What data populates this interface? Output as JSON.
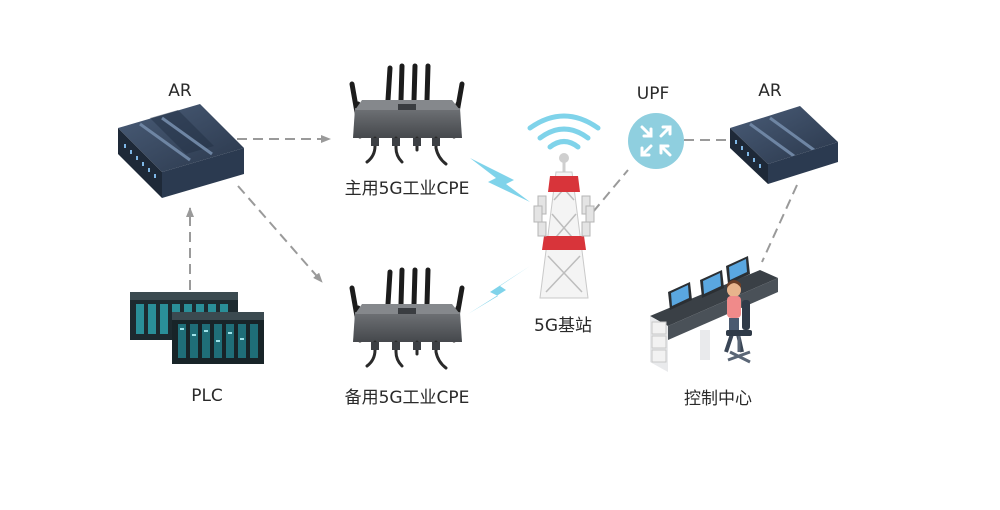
{
  "nodes": {
    "ar_left": "AR",
    "primary_cpe": "主用5G工业CPE",
    "backup_cpe": "备用5G工业CPE",
    "plc": "PLC",
    "base_station": "5G基站",
    "upf": "UPF",
    "ar_right": "AR",
    "control_center": "控制中心"
  },
  "colors": {
    "wireless": "#7fd3ea",
    "link": "#9a9a9a",
    "server_body": "#2f3f55",
    "router_body": "#5a5d61",
    "upf_circle": "#8fcfdf",
    "tower_red": "#d8343a",
    "plc_teal": "#1f6e78"
  },
  "icons": {
    "ar": "rack-server-icon",
    "cpe": "industrial-router-icon",
    "plc": "plc-module-icon",
    "tower": "cell-tower-icon",
    "upf": "upf-router-icon",
    "operator": "workstation-icon"
  }
}
